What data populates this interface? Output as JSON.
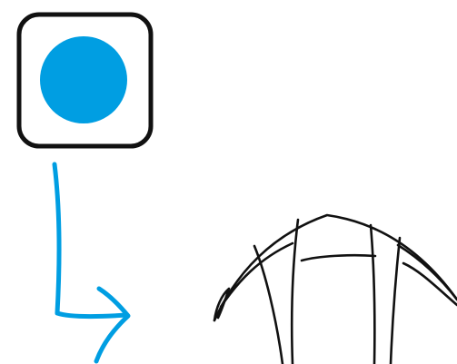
{
  "drawing": {
    "ink_color": "#000000",
    "accent_color": "#009EE2",
    "background_color": "#FFFFFF",
    "elements": [
      {
        "kind": "rounded-square-icon",
        "outline": "black",
        "fill": "white"
      },
      {
        "kind": "filled-circle",
        "color": "blue"
      },
      {
        "kind": "curved-arrow",
        "color": "blue",
        "direction": "down-then-right"
      },
      {
        "kind": "tent-or-canopy-sketch",
        "color": "black",
        "partially_cropped": true
      }
    ]
  }
}
